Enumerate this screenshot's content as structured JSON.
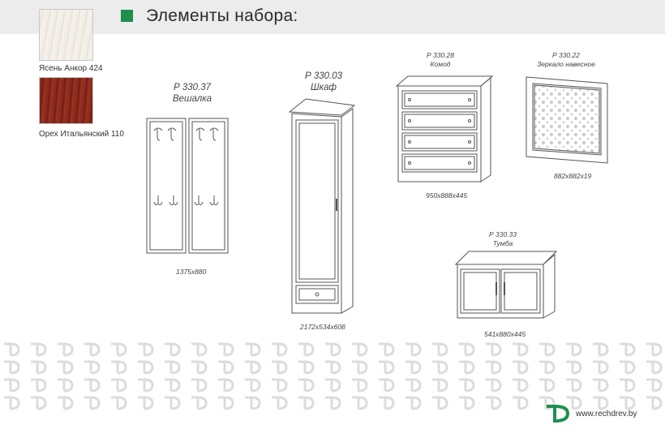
{
  "header": {
    "title": "Элементы набора:"
  },
  "swatches": [
    {
      "name": "Ясень Анкор 424",
      "color": "#efeae2"
    },
    {
      "name": "Орех Итальянский 110",
      "color": "#8b2a1e"
    }
  ],
  "items": {
    "hanger": {
      "code": "Р 330.37",
      "name": "Вешалка",
      "dims": "1375x880"
    },
    "wardrobe": {
      "code": "Р 330.03",
      "name": "Шкаф",
      "dims": "2172x534x608"
    },
    "dresser": {
      "code": "Р 330.28",
      "name": "Комод",
      "dims": "950x888x445"
    },
    "mirror": {
      "code": "Р 330.22",
      "name": "Зеркало навесное",
      "dims": "882x882x19"
    },
    "cabinet": {
      "code": "Р 330.33",
      "name": "Тумба",
      "dims": "541x880x445"
    }
  },
  "footer": {
    "url": "www.rechdrev.by"
  },
  "colors": {
    "accent": "#1e8f4e",
    "line": "#555555"
  }
}
